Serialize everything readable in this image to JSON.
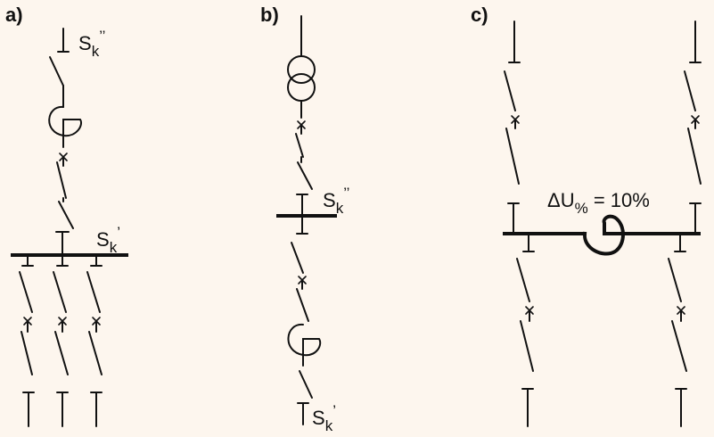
{
  "panels": {
    "a": {
      "label": "a)",
      "sk_upper": {
        "main": "S",
        "sub": "k",
        "sup": "’’"
      },
      "sk_bus": {
        "main": "S",
        "sub": "k",
        "sup": "’"
      }
    },
    "b": {
      "label": "b)",
      "sk_bus": {
        "main": "S",
        "sub": "k",
        "sup": "’’"
      },
      "sk_bottom": {
        "main": "S",
        "sub": "k",
        "sup": "’"
      }
    },
    "c": {
      "label": "c)",
      "delta_u": {
        "main": "ΔU",
        "sub": "%",
        "rest": " = 10%"
      }
    }
  },
  "colors": {
    "background": "#fdf6ee",
    "ink": "#111111"
  }
}
